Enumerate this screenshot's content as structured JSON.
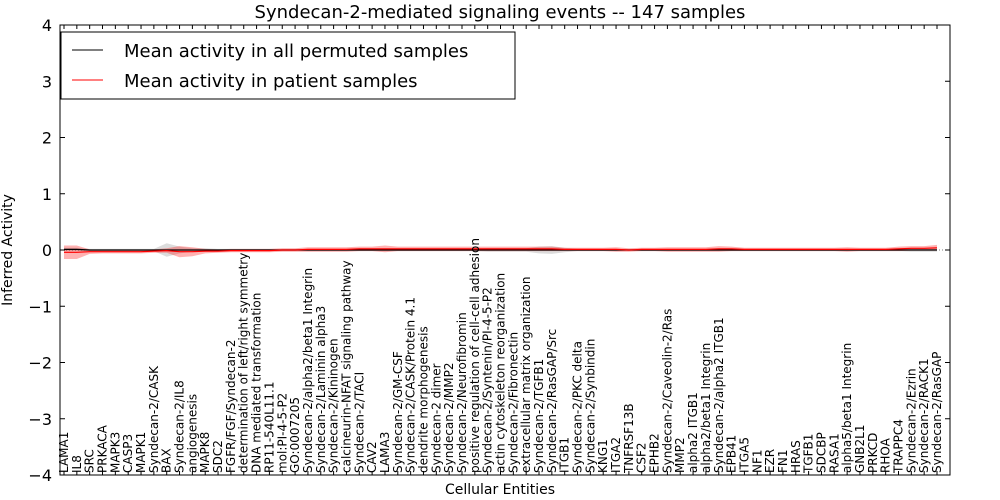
{
  "chart_data": {
    "type": "line",
    "title": "Syndecan-2-mediated signaling events -- 147 samples",
    "xlabel": "Cellular Entities",
    "ylabel": "Inferred Activity",
    "ylim": [
      -4,
      4
    ],
    "yticks": [
      "4",
      "3",
      "2",
      "1",
      "0",
      "−1",
      "−2",
      "−3",
      "−4"
    ],
    "grid": false,
    "legend_position": "top-left",
    "categories": [
      "LAMA1",
      "IL8",
      "SRC",
      "PRKACA",
      "MAPK3",
      "CASP3",
      "MAPK1",
      "Syndecan-2/CASK",
      "BAX",
      "Syndecan-2/IL8",
      "angiogenesis",
      "MAPK8",
      "SDC2",
      "FGFR/FGF/Syndecan-2",
      "determination of left/right symmetry",
      "DNA mediated transformation",
      "RP11-540L11.1",
      "mol:PI-4-5-P2",
      "GO:0007205",
      "Syndecan-2/alpha2/beta1 Integrin",
      "Syndecan-2/Laminin alpha3",
      "Syndecan-2/Kininogen",
      "calcineurin-NFAT signaling pathway",
      "Syndecan-2/TACI",
      "CAV2",
      "LAMA3",
      "Syndecan-2/GM-CSF",
      "Syndecan-2/CASK/Protein 4.1",
      "dendrite morphogenesis",
      "Syndecan-2 dimer",
      "Syndecan-2/MMP2",
      "Syndecan-2/Neurofibromin",
      "positive regulation of cell-cell adhesion",
      "Syndecan-2/Syntenin/PI-4-5-P2",
      "actin cytoskeleton reorganization",
      "Syndecan-2/Fibronectin",
      "extracellular matrix organization",
      "Syndecan-2/TGFB1",
      "Syndecan-2/RasGAP/Src",
      "ITGB1",
      "Syndecan-2/PKC delta",
      "Syndecan-2/Synbindin",
      "KNG1",
      "ITGA2",
      "TNFRSF13B",
      "CSF2",
      "EPHB2",
      "Syndecan-2/Caveolin-2/Ras",
      "MMP2",
      "alpha2 ITGB1",
      "alpha2/beta1 Integrin",
      "Syndecan-2/alpha2 ITGB1",
      "EPB41",
      "ITGA5",
      "NF1",
      "EZR",
      "FN1",
      "HRAS",
      "TGFB1",
      "SDCBP",
      "RASA1",
      "alpha5/beta1 Integrin",
      "GNB2L1",
      "PRKCD",
      "RHOA",
      "TRAPPC4",
      "Syndecan-2/Ezrin",
      "Syndecan-2/RACK1",
      "Syndecan-2/RasGAP"
    ],
    "series": [
      {
        "name": "Mean activity in all permuted samples",
        "color": "#000000",
        "values": [
          0.01,
          0.01,
          0.0,
          0.0,
          0.0,
          0.0,
          0.0,
          0.0,
          0.0,
          0.0,
          0.0,
          0.0,
          0.0,
          0.0,
          0.0,
          0.0,
          0.0,
          0.0,
          0.0,
          0.0,
          0.0,
          0.0,
          0.0,
          0.0,
          0.0,
          0.0,
          0.0,
          0.0,
          0.0,
          0.0,
          0.0,
          0.0,
          0.0,
          0.0,
          0.0,
          0.0,
          0.0,
          0.0,
          0.0,
          0.0,
          0.0,
          0.0,
          0.0,
          0.0,
          0.0,
          0.0,
          0.0,
          0.0,
          0.0,
          0.0,
          0.0,
          0.0,
          0.0,
          0.0,
          0.0,
          0.0,
          0.0,
          0.0,
          0.0,
          0.0,
          0.0,
          0.0,
          0.0,
          0.0,
          0.0,
          0.0,
          0.0,
          0.0,
          0.0
        ],
        "band": [
          0.03,
          0.03,
          0.02,
          0.02,
          0.02,
          0.02,
          0.02,
          0.02,
          0.12,
          0.06,
          0.03,
          0.03,
          0.02,
          0.02,
          0.02,
          0.02,
          0.02,
          0.02,
          0.02,
          0.02,
          0.02,
          0.02,
          0.02,
          0.02,
          0.02,
          0.02,
          0.02,
          0.02,
          0.02,
          0.02,
          0.02,
          0.02,
          0.02,
          0.03,
          0.03,
          0.03,
          0.03,
          0.06,
          0.07,
          0.04,
          0.02,
          0.02,
          0.02,
          0.02,
          0.02,
          0.02,
          0.02,
          0.02,
          0.02,
          0.02,
          0.02,
          0.02,
          0.02,
          0.02,
          0.02,
          0.02,
          0.02,
          0.02,
          0.02,
          0.02,
          0.02,
          0.02,
          0.02,
          0.02,
          0.02,
          0.02,
          0.03,
          0.03,
          0.03
        ]
      },
      {
        "name": "Mean activity in patient samples",
        "color": "#ff0000",
        "values": [
          -0.04,
          -0.04,
          -0.03,
          -0.03,
          -0.03,
          -0.03,
          -0.03,
          -0.02,
          -0.01,
          -0.03,
          -0.03,
          -0.02,
          -0.02,
          -0.01,
          -0.01,
          -0.01,
          -0.01,
          0.0,
          0.0,
          0.01,
          0.01,
          0.01,
          0.01,
          0.02,
          0.02,
          0.02,
          0.02,
          0.02,
          0.02,
          0.02,
          0.02,
          0.02,
          0.02,
          0.02,
          0.02,
          0.02,
          0.02,
          0.02,
          0.02,
          0.01,
          0.01,
          0.01,
          0.01,
          0.01,
          0.0,
          0.01,
          0.01,
          0.01,
          0.01,
          0.01,
          0.01,
          0.02,
          0.02,
          0.01,
          0.01,
          0.01,
          0.01,
          0.01,
          0.01,
          0.01,
          0.01,
          0.01,
          0.01,
          0.01,
          0.01,
          0.02,
          0.03,
          0.03,
          0.04
        ],
        "band": [
          0.12,
          0.12,
          0.04,
          0.03,
          0.03,
          0.03,
          0.03,
          0.03,
          0.04,
          0.1,
          0.08,
          0.04,
          0.03,
          0.03,
          0.03,
          0.03,
          0.03,
          0.03,
          0.03,
          0.04,
          0.04,
          0.04,
          0.04,
          0.04,
          0.04,
          0.06,
          0.04,
          0.04,
          0.04,
          0.04,
          0.04,
          0.04,
          0.04,
          0.04,
          0.04,
          0.04,
          0.04,
          0.04,
          0.04,
          0.03,
          0.03,
          0.03,
          0.03,
          0.04,
          0.03,
          0.03,
          0.03,
          0.04,
          0.04,
          0.04,
          0.04,
          0.05,
          0.04,
          0.03,
          0.03,
          0.03,
          0.03,
          0.03,
          0.03,
          0.03,
          0.03,
          0.04,
          0.03,
          0.03,
          0.03,
          0.04,
          0.04,
          0.04,
          0.05
        ]
      }
    ]
  }
}
